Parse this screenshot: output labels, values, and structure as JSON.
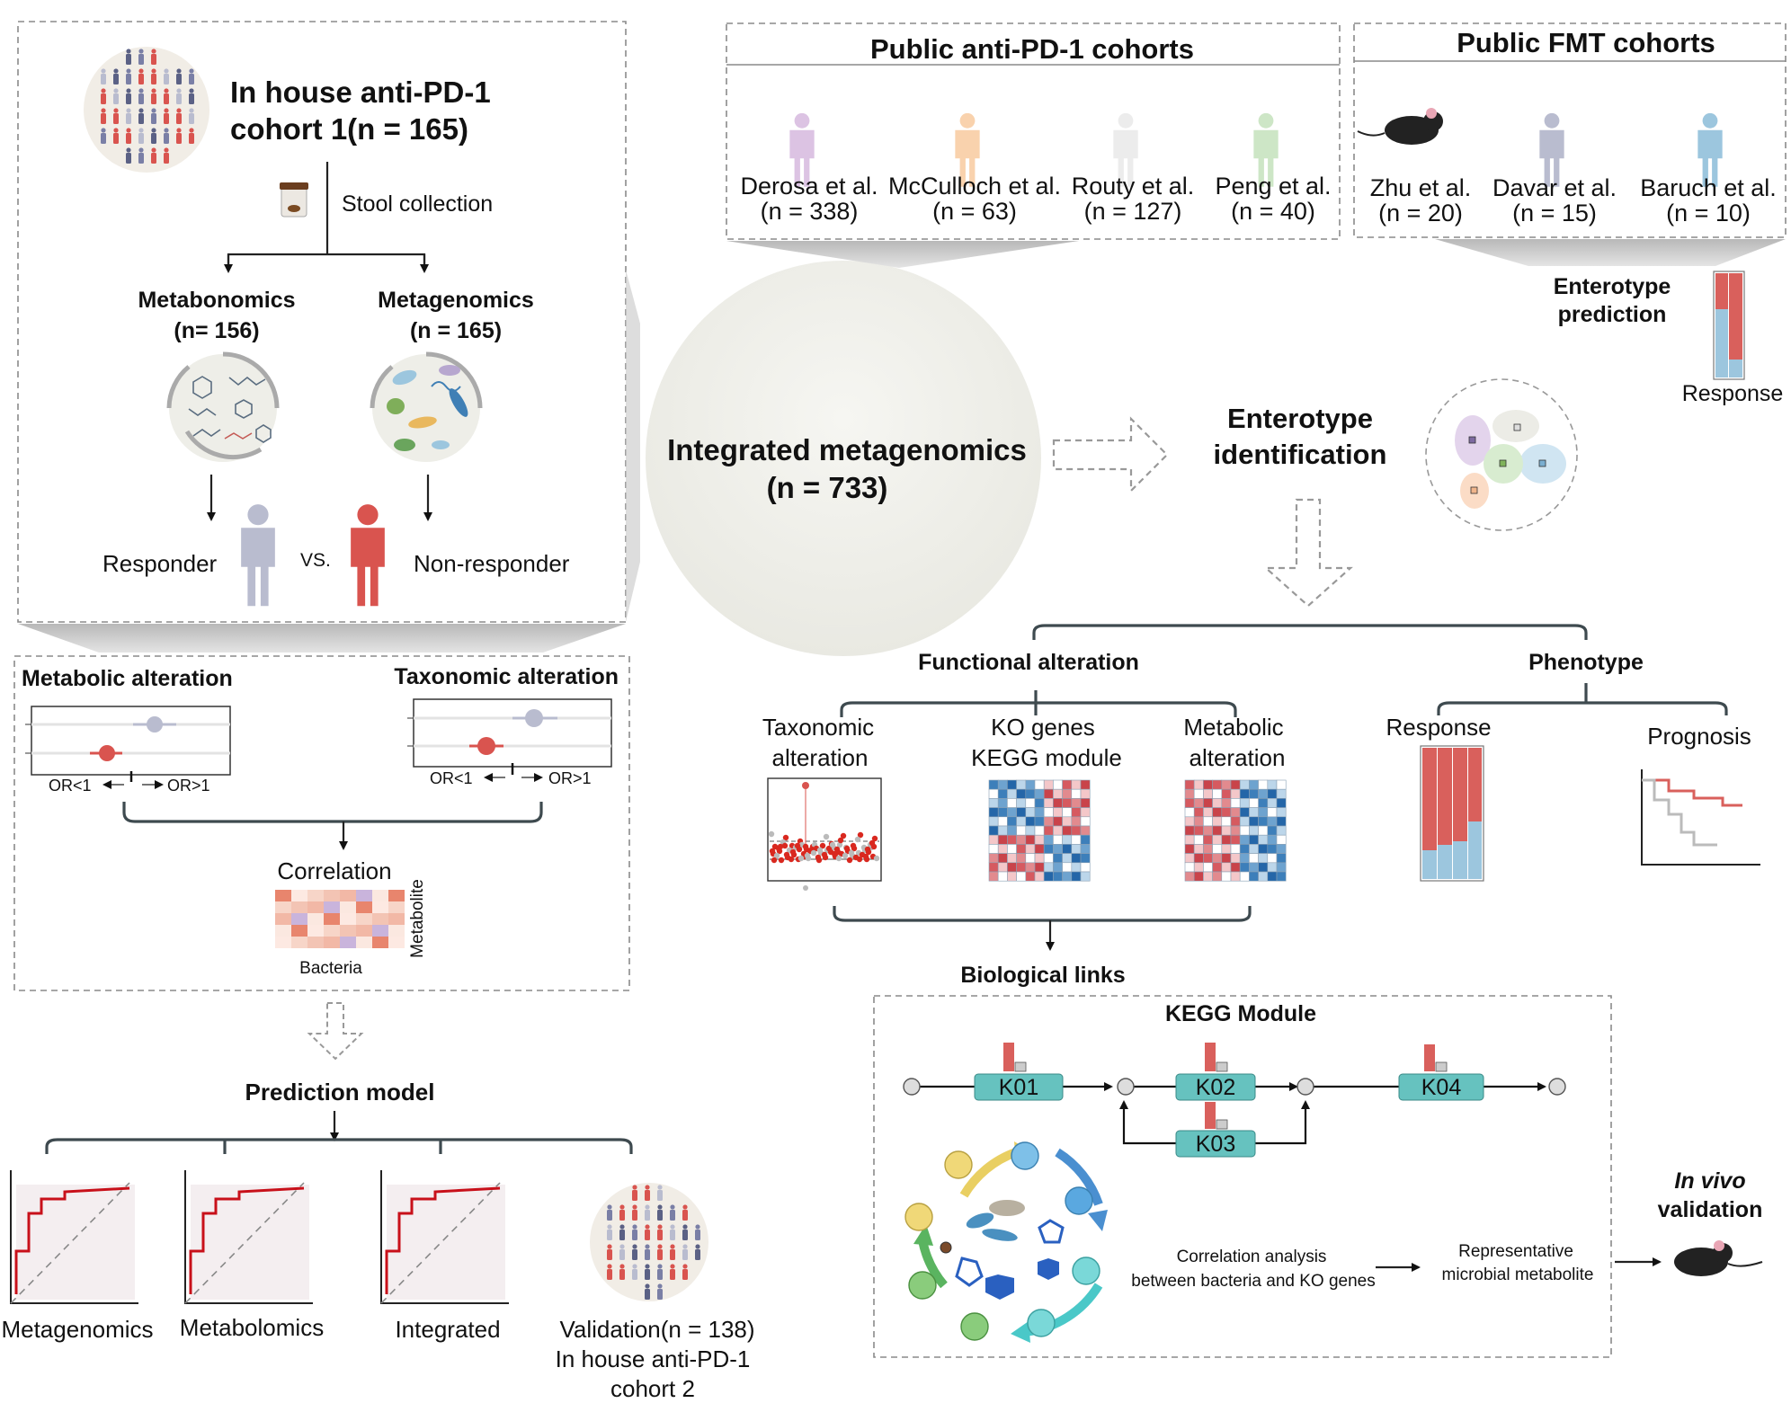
{
  "left_panel": {
    "cohort_title_line1": "In house anti-PD-1",
    "cohort_title_line2": "cohort 1(n = 165)",
    "stool_collection": "Stool collection",
    "metabonomics_label": "Metabonomics",
    "metabonomics_n": "(n= 156)",
    "metagenomics_label": "Metagenomics",
    "metagenomics_n": "(n = 165)",
    "responder": "Responder",
    "vs": "VS.",
    "non_responder": "Non-responder"
  },
  "alteration_panel": {
    "metabolic_title": "Metabolic alteration",
    "taxonomic_title": "Taxonomic alteration",
    "or_lt": "OR<1",
    "or_gt": "OR>1",
    "correlation": "Correlation",
    "bacteria": "Bacteria",
    "metabolite": "Metabolite"
  },
  "prediction": {
    "title": "Prediction model",
    "models": [
      "Metagenomics",
      "Metabolomics",
      "Integrated"
    ],
    "validation_line1": "Validation(n = 138)",
    "validation_line2": "In house anti-PD-1",
    "validation_line3": "cohort 2"
  },
  "public_pd1": {
    "title": "Public anti-PD-1 cohorts",
    "cohorts": [
      {
        "name": "Derosa et al.",
        "n": "(n = 338)",
        "color": "#dcc3e3"
      },
      {
        "name": "McCulloch et al.",
        "n": "(n = 63)",
        "color": "#f9d2ad"
      },
      {
        "name": "Routy et al.",
        "n": "(n = 127)",
        "color": "#ececec"
      },
      {
        "name": "Peng et al.",
        "n": "(n = 40)",
        "color": "#cde6c6"
      }
    ]
  },
  "public_fmt": {
    "title": "Public FMT cohorts",
    "cohorts": [
      {
        "name": "Zhu et al.",
        "n": "(n = 20)"
      },
      {
        "name": "Davar et al.",
        "n": "(n = 15)"
      },
      {
        "name": "Baruch et al.",
        "n": "(n = 10)"
      }
    ]
  },
  "enterotype_prediction": {
    "line1": "Enterotype",
    "line2": "prediction",
    "response": "Response"
  },
  "integrated": {
    "line1": "Integrated metagenomics",
    "line2": "(n = 733)"
  },
  "enterotype_identification": {
    "line1": "Enterotype",
    "line2": "identification"
  },
  "functional": {
    "title": "Functional alteration",
    "taxonomic_line1": "Taxonomic",
    "taxonomic_line2": "alteration",
    "ko_line1": "KO genes",
    "ko_line2": "KEGG module",
    "metabolic_line1": "Metabolic",
    "metabolic_line2": "alteration"
  },
  "phenotype": {
    "title": "Phenotype",
    "response": "Response",
    "prognosis": "Prognosis"
  },
  "biological": {
    "title": "Biological links",
    "kegg_title": "KEGG Module",
    "ko_nodes": [
      "K01",
      "K02",
      "K03",
      "K04"
    ],
    "corr_line1": "Correlation analysis",
    "corr_line2": "between bacteria and KO genes",
    "metab_line1": "Representative",
    "metab_line2": "microbial metabolite",
    "invivo_line1": "In vivo",
    "invivo_line2": "validation"
  },
  "colors": {
    "responder": "#b9bccf",
    "non_responder": "#d9544f",
    "ko_box": "#66c2bf",
    "red_bar": "#d9605c",
    "blue_bar": "#9cc6de"
  }
}
